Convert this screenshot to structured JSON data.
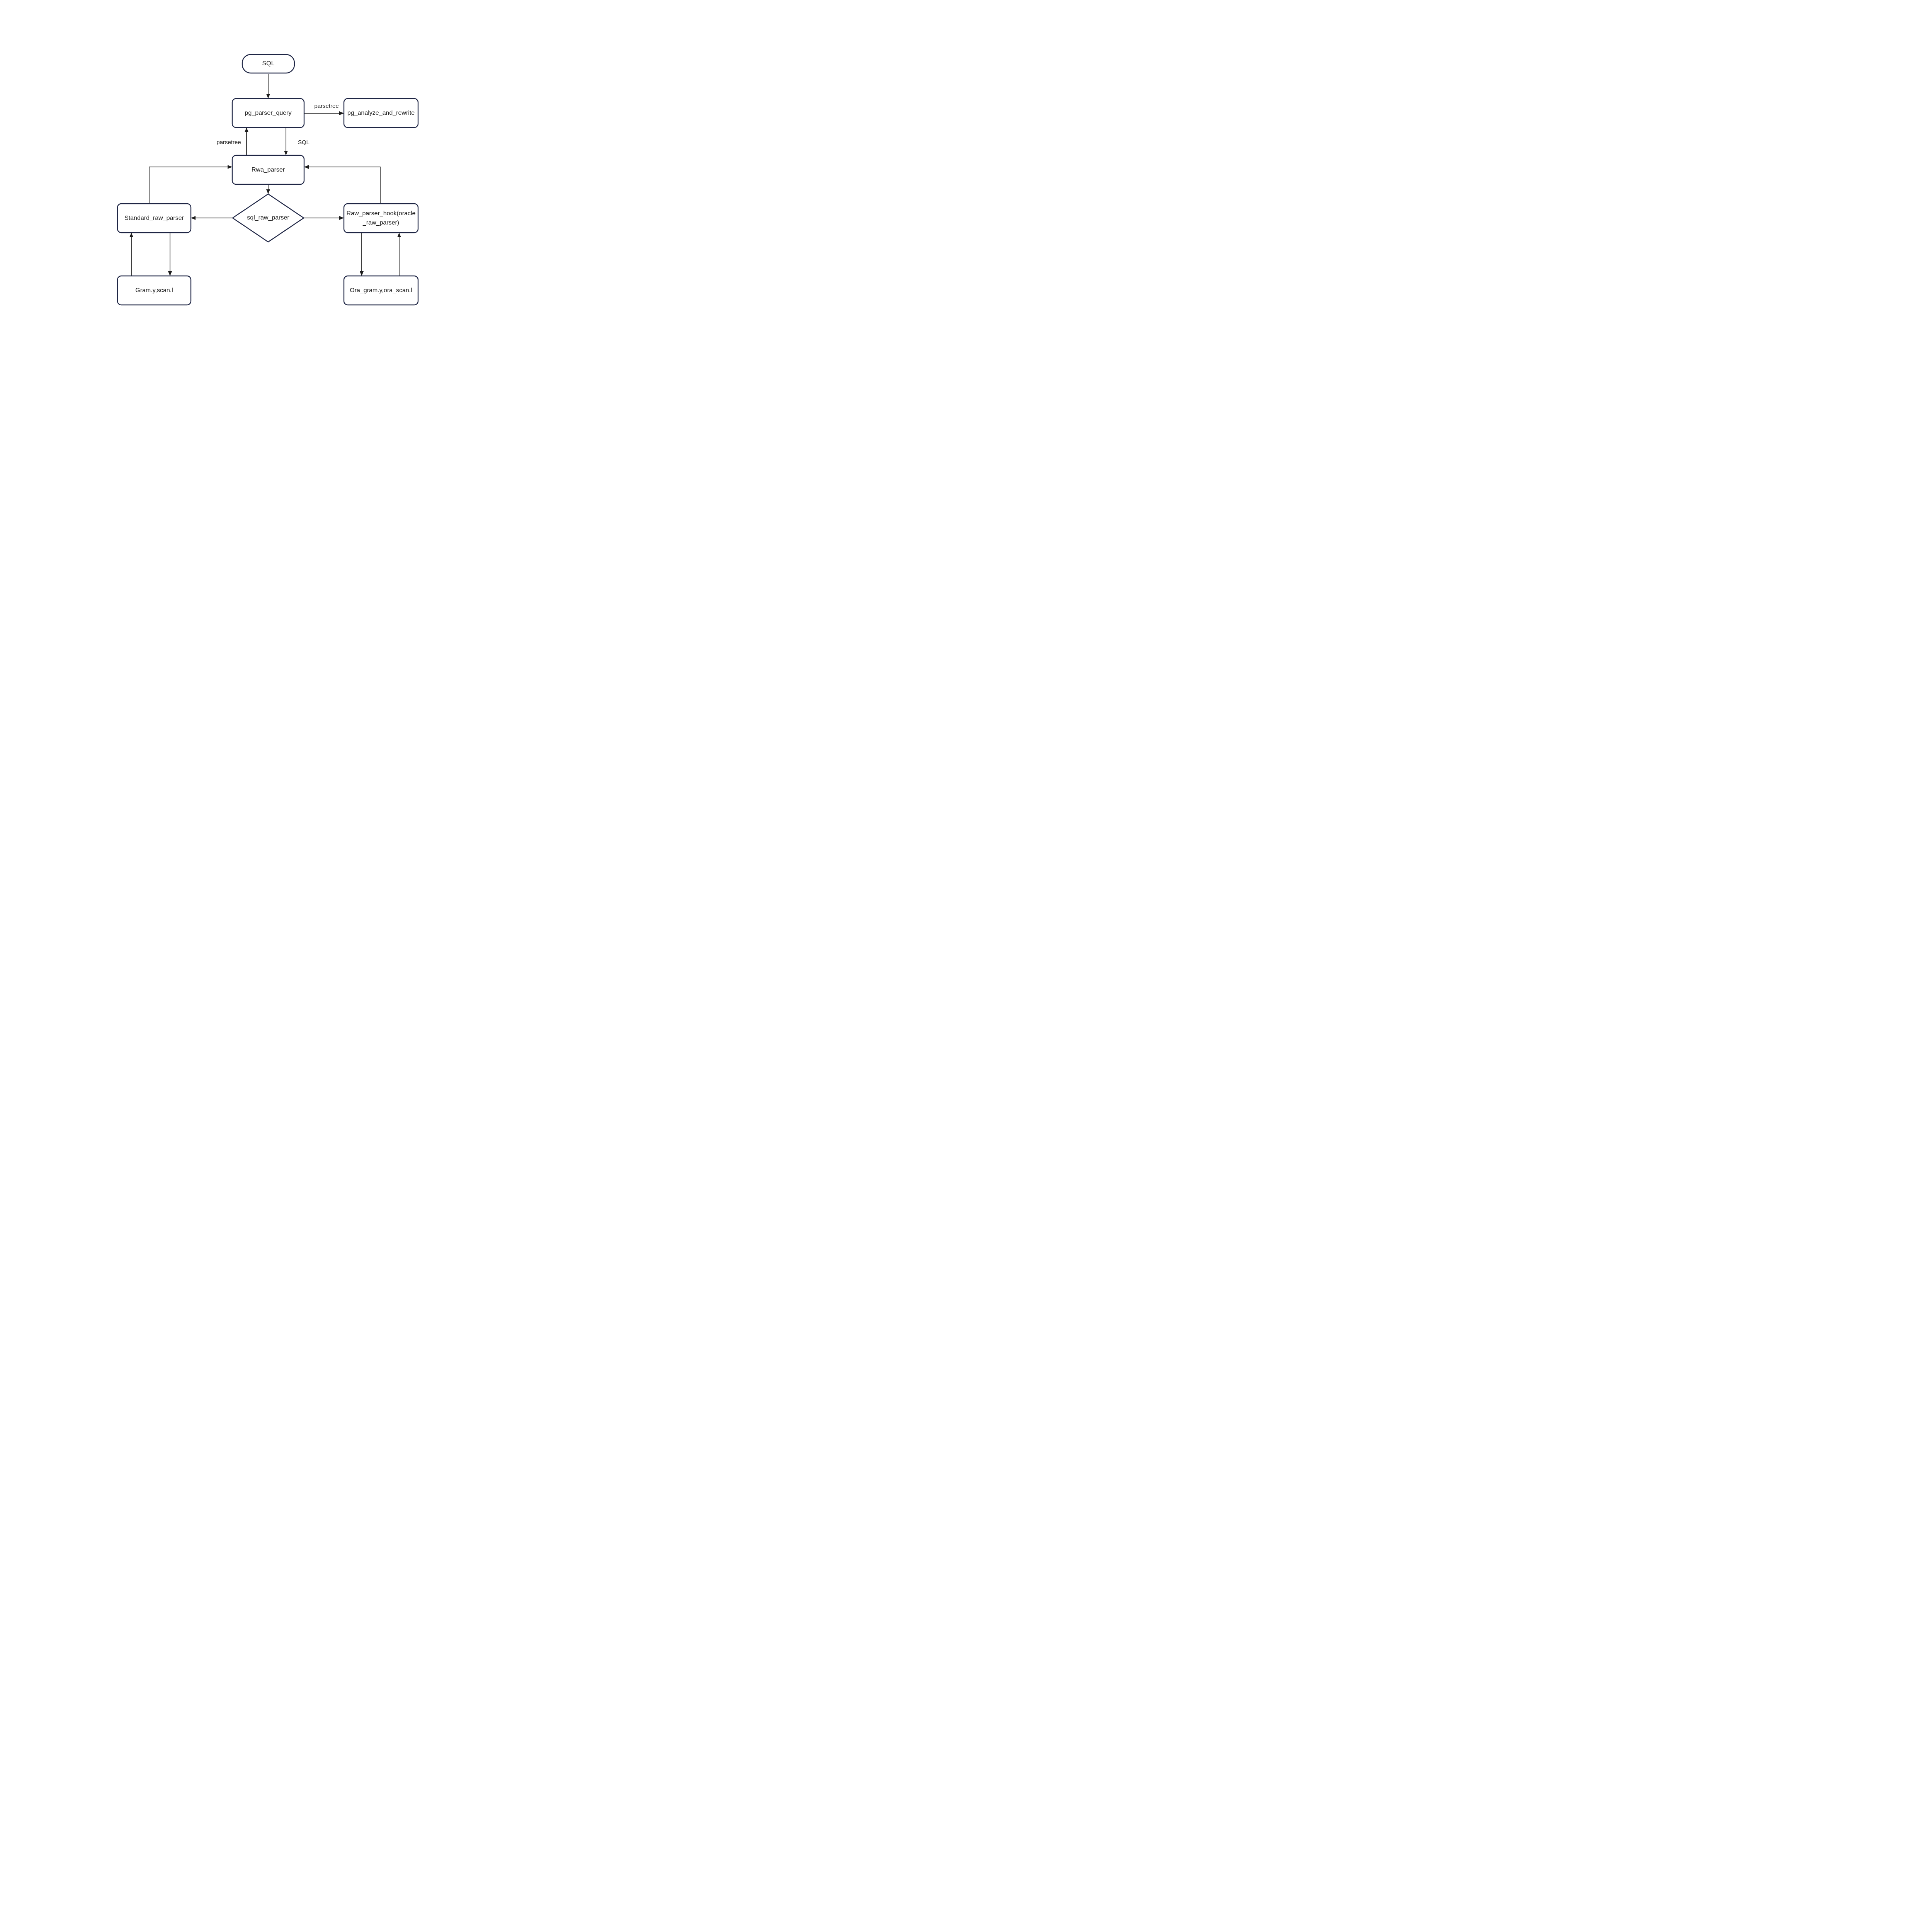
{
  "diagram": {
    "title": "",
    "nodes": {
      "sql": {
        "label": "SQL",
        "shape": "terminator"
      },
      "pg_parser_query": {
        "label": "pg_parser_query",
        "shape": "process"
      },
      "pg_analyze_and_rewrite": {
        "label": "pg_analyze_and_rewrite",
        "shape": "process"
      },
      "rwa_parser": {
        "label": "Rwa_parser",
        "shape": "process"
      },
      "sql_raw_parser": {
        "label": "sql_raw_parser",
        "shape": "decision"
      },
      "standard_raw_parser": {
        "label": "Standard_raw_parser",
        "shape": "process"
      },
      "raw_parser_hook": {
        "label": "Raw_parser_hook(oracle_raw_parser)",
        "shape": "process"
      },
      "gram_scan": {
        "label": "Gram.y,scan.l",
        "shape": "process"
      },
      "ora_gram_scan": {
        "label": "Ora_gram.y,ora_scan.l",
        "shape": "process"
      }
    },
    "edges": [
      {
        "from": "sql",
        "to": "pg_parser_query",
        "label": ""
      },
      {
        "from": "pg_parser_query",
        "to": "pg_analyze_and_rewrite",
        "label": "parsetree"
      },
      {
        "from": "rwa_parser",
        "to": "pg_parser_query",
        "label": "parsetree"
      },
      {
        "from": "pg_parser_query",
        "to": "rwa_parser",
        "label": "SQL"
      },
      {
        "from": "rwa_parser",
        "to": "sql_raw_parser",
        "label": ""
      },
      {
        "from": "sql_raw_parser",
        "to": "standard_raw_parser",
        "label": ""
      },
      {
        "from": "sql_raw_parser",
        "to": "raw_parser_hook",
        "label": ""
      },
      {
        "from": "standard_raw_parser",
        "to": "rwa_parser",
        "label": ""
      },
      {
        "from": "raw_parser_hook",
        "to": "rwa_parser",
        "label": ""
      },
      {
        "from": "gram_scan",
        "to": "standard_raw_parser",
        "label": ""
      },
      {
        "from": "standard_raw_parser",
        "to": "gram_scan",
        "label": ""
      },
      {
        "from": "raw_parser_hook",
        "to": "ora_gram_scan",
        "label": ""
      },
      {
        "from": "ora_gram_scan",
        "to": "raw_parser_hook",
        "label": ""
      }
    ],
    "theme": {
      "node_border": "#1f2645",
      "connector": "#1c1c1c",
      "text": "#1a1a1a",
      "background": "#ffffff"
    }
  }
}
